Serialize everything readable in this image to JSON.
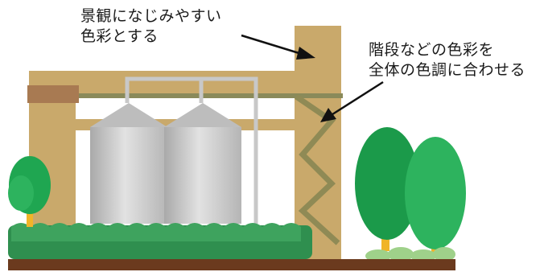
{
  "callouts": {
    "landscape": {
      "line1": "景観になじみやすい",
      "line2": "色彩とする"
    },
    "stairs": {
      "line1": "階段などの色彩を",
      "line2": "全体の色調に合わせる"
    }
  },
  "colors": {
    "structure": "#c9a96b",
    "beam_dark": "#a87a52",
    "beam_band": "#8a8a5a",
    "pipe": "#c8c8c8",
    "silo_light": "#d9d9d9",
    "silo_dark": "#a8a8a8",
    "stairs": "#8f8a55",
    "hedge": "#2f8f4f",
    "tree_dark": "#1b9a4a",
    "tree_light": "#2db35e",
    "trunk": "#f0b428",
    "ground": "#6b3a1e",
    "shrub": "#9fd18a",
    "arrow": "#111111"
  }
}
